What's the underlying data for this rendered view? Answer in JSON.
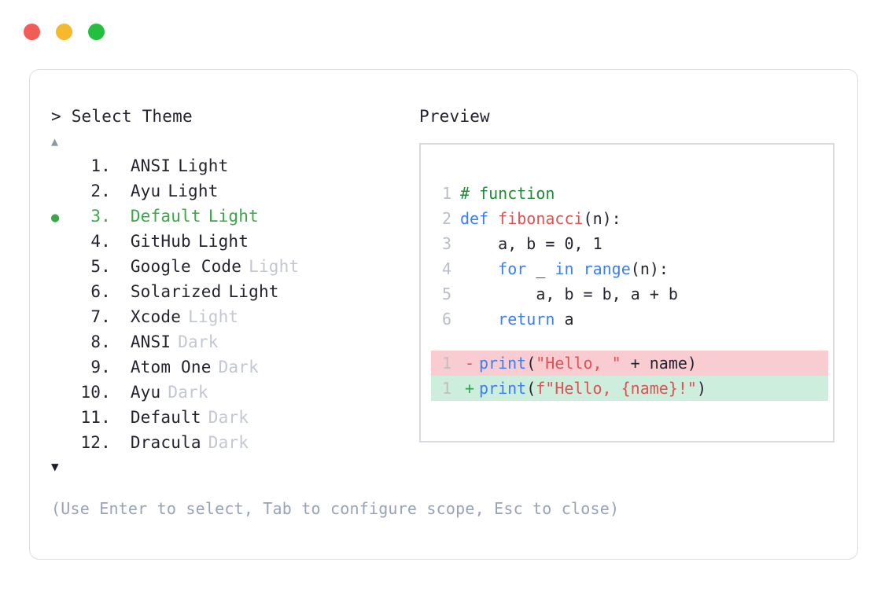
{
  "window": {
    "dots": [
      {
        "name": "close",
        "color": "#f25c56"
      },
      {
        "name": "minimize",
        "color": "#f5b92b"
      },
      {
        "name": "zoom",
        "color": "#24bf3f"
      }
    ]
  },
  "picker": {
    "prompt_symbol": ">",
    "prompt_label": "Select Theme",
    "scroll_up_glyph": "▲",
    "scroll_down_glyph": "▼",
    "selected_bullet": "●",
    "selected_index": 3,
    "accent_color": "#3aa845",
    "muted_color": "#c2c7d2",
    "items": [
      {
        "index": "1.",
        "name": "ANSI",
        "variant": "Light",
        "variant_muted": false,
        "selected": false
      },
      {
        "index": "2.",
        "name": "Ayu",
        "variant": "Light",
        "variant_muted": false,
        "selected": false
      },
      {
        "index": "3.",
        "name": "Default",
        "variant": "Light",
        "variant_muted": false,
        "selected": true
      },
      {
        "index": "4.",
        "name": "GitHub",
        "variant": "Light",
        "variant_muted": false,
        "selected": false
      },
      {
        "index": "5.",
        "name": "Google Code",
        "variant": "Light",
        "variant_muted": true,
        "selected": false
      },
      {
        "index": "6.",
        "name": "Solarized",
        "variant": "Light",
        "variant_muted": false,
        "selected": false
      },
      {
        "index": "7.",
        "name": "Xcode",
        "variant": "Light",
        "variant_muted": true,
        "selected": false
      },
      {
        "index": "8.",
        "name": "ANSI",
        "variant": "Dark",
        "variant_muted": true,
        "selected": false
      },
      {
        "index": "9.",
        "name": "Atom One",
        "variant": "Dark",
        "variant_muted": true,
        "selected": false
      },
      {
        "index": "10.",
        "name": "Ayu",
        "variant": "Dark",
        "variant_muted": true,
        "selected": false
      },
      {
        "index": "11.",
        "name": "Default",
        "variant": "Dark",
        "variant_muted": true,
        "selected": false
      },
      {
        "index": "12.",
        "name": "Dracula",
        "variant": "Dark",
        "variant_muted": true,
        "selected": false
      }
    ],
    "hint": "(Use Enter to select, Tab to configure scope, Esc to close)"
  },
  "preview": {
    "title": "Preview",
    "code_lines": [
      {
        "ln": "1",
        "tokens": [
          {
            "t": "# function",
            "c": "comment"
          }
        ]
      },
      {
        "ln": "2",
        "tokens": [
          {
            "t": "def ",
            "c": "keyword"
          },
          {
            "t": "fibonacci",
            "c": "func"
          },
          {
            "t": "(n):",
            "c": "plain"
          }
        ]
      },
      {
        "ln": "3",
        "tokens": [
          {
            "t": "    a, b = 0, 1",
            "c": "plain"
          }
        ]
      },
      {
        "ln": "4",
        "tokens": [
          {
            "t": "    ",
            "c": "plain"
          },
          {
            "t": "for ",
            "c": "keyword"
          },
          {
            "t": "_ ",
            "c": "plain"
          },
          {
            "t": "in ",
            "c": "keyword"
          },
          {
            "t": "range",
            "c": "keyword"
          },
          {
            "t": "(n):",
            "c": "plain"
          }
        ]
      },
      {
        "ln": "5",
        "tokens": [
          {
            "t": "        a, b = b, a + b",
            "c": "plain"
          }
        ]
      },
      {
        "ln": "6",
        "tokens": [
          {
            "t": "    ",
            "c": "plain"
          },
          {
            "t": "return ",
            "c": "keyword"
          },
          {
            "t": "a",
            "c": "plain"
          }
        ]
      }
    ],
    "diff_lines": [
      {
        "ln": "1",
        "sign": "-",
        "kind": "del",
        "tokens": [
          {
            "t": "print",
            "c": "keyword"
          },
          {
            "t": "(",
            "c": "plain"
          },
          {
            "t": "\"Hello, \"",
            "c": "string"
          },
          {
            "t": " + name)",
            "c": "plain"
          }
        ]
      },
      {
        "ln": "1",
        "sign": "+",
        "kind": "add",
        "tokens": [
          {
            "t": "print",
            "c": "keyword"
          },
          {
            "t": "(",
            "c": "plain"
          },
          {
            "t": "f\"Hello, {name}!\"",
            "c": "string"
          },
          {
            "t": ")",
            "c": "plain"
          }
        ]
      }
    ],
    "colors": {
      "comment": "#1f8b36",
      "keyword": "#3b7ff5",
      "function": "#e05252",
      "string": "#e05252",
      "plain": "#242430",
      "diff_del_bg": "#f9ccd1",
      "diff_add_bg": "#cdeedd"
    }
  }
}
